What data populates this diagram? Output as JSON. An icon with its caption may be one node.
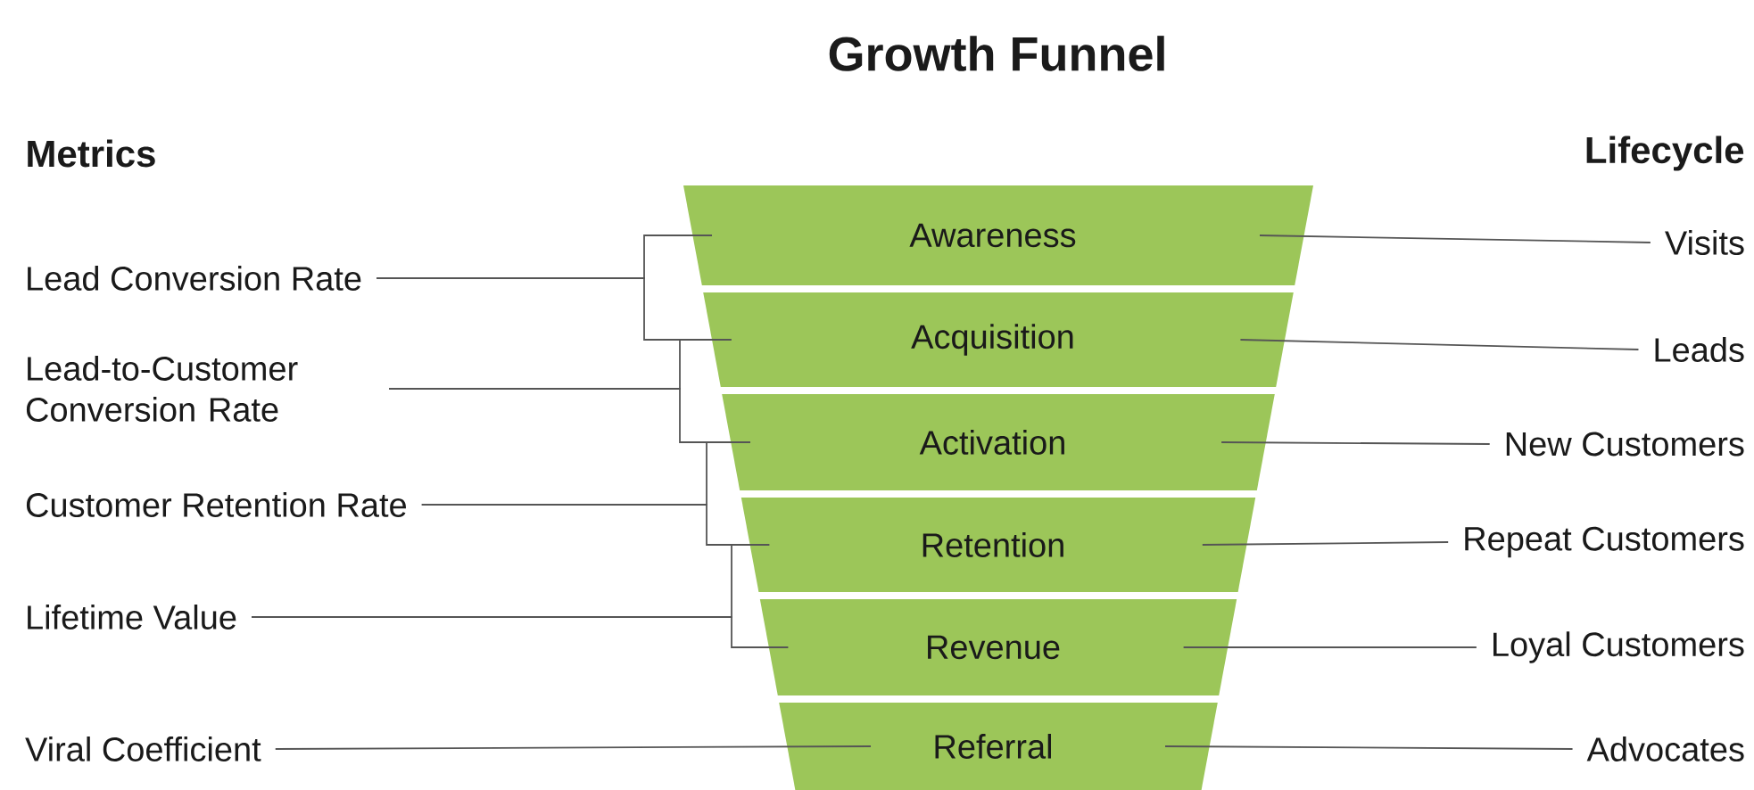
{
  "diagram": {
    "title": "Growth Funnel",
    "nodes": [
      {
        "text": [
          "Awareness"
        ]
      },
      {
        "text": [
          "Acquisition"
        ]
      },
      {
        "text": [
          "Activation"
        ]
      },
      {
        "text": [
          "Retention"
        ]
      },
      {
        "text": [
          "Revenue"
        ]
      },
      {
        "text": [
          "Referral"
        ]
      },
      {
        "text": [
          "Lead Conversion Rate"
        ]
      },
      {
        "text": [
          "Lead-to-Customer Conversion Rate"
        ]
      },
      {
        "text": [
          "Customer Retention Rate"
        ]
      },
      {
        "text": [
          "Lifetime Value"
        ]
      },
      {
        "text": [
          "Viral Coefficient"
        ]
      },
      {
        "text": [
          "Visits"
        ]
      },
      {
        "text": [
          "Leads"
        ]
      },
      {
        "text": [
          "New Customers"
        ]
      },
      {
        "text": [
          "Repeat Customers"
        ]
      },
      {
        "text": [
          "Loyal Customers"
        ]
      },
      {
        "text": [
          "Advocates"
        ]
      }
    ],
    "edges": [
      {
        "from": 6,
        "to": 0,
        "arrow": "none"
      },
      {
        "from": 6,
        "to": 1,
        "arrow": "none"
      },
      {
        "from": 7,
        "to": 1,
        "arrow": "none"
      },
      {
        "from": 7,
        "to": 2,
        "arrow": "none"
      },
      {
        "from": 8,
        "to": 2,
        "arrow": "none"
      },
      {
        "from": 8,
        "to": 3,
        "arrow": "none"
      },
      {
        "from": 9,
        "to": 3,
        "arrow": "none"
      },
      {
        "from": 9,
        "to": 4,
        "arrow": "none"
      },
      {
        "from": 10,
        "to": 5,
        "arrow": "none"
      },
      {
        "from": 11,
        "to": 0,
        "arrow": "none"
      },
      {
        "from": 12,
        "to": 1,
        "arrow": "none"
      },
      {
        "from": 13,
        "to": 2,
        "arrow": "none"
      },
      {
        "from": 14,
        "to": 3,
        "arrow": "none"
      },
      {
        "from": 15,
        "to": 4,
        "arrow": "none"
      },
      {
        "from": 16,
        "to": 5,
        "arrow": "none"
      }
    ],
    "labels": [
      "Metrics",
      "Lifecycle"
    ]
  }
}
